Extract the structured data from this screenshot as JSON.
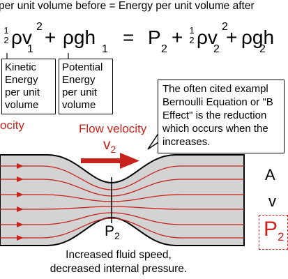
{
  "header": {
    "text": "per unit volume before = Energy per unit volume after"
  },
  "equation": {
    "half": "1",
    "two": "2",
    "rho_v": "ρv",
    "sub1": "1",
    "sup2": "2",
    "plus": "+",
    "rho_gh": "ρgh",
    "equals": "=",
    "p": "P",
    "sub2": "2",
    "rho_v2": "ρv",
    "rho_gh2": "ρgh"
  },
  "boxes": {
    "kinetic": "Kinetic Energy per unit volume",
    "potential": "Potential Energy per unit volume"
  },
  "callout": {
    "lines": [
      "The often cited exampl",
      "Bernoulli Equation or \"B",
      "Effect\" is the reduction",
      "which occurs when the",
      "increases."
    ]
  },
  "labels": {
    "left_velocity": "ocity",
    "flow_velocity": "Flow velocity",
    "v_symbol": "v",
    "v_sub": "2",
    "p2_main": "P",
    "p2_sub": "2",
    "right_a": "A",
    "right_v": "v",
    "right_p": "P",
    "right_p_sub": "2",
    "caption_line1": "Increased fluid speed,",
    "caption_line2": "decreased internal pressure."
  },
  "colors": {
    "accent_red": "#c8221c",
    "pipe_gray": "#d3d3d3",
    "pipe_outline": "#000000"
  }
}
